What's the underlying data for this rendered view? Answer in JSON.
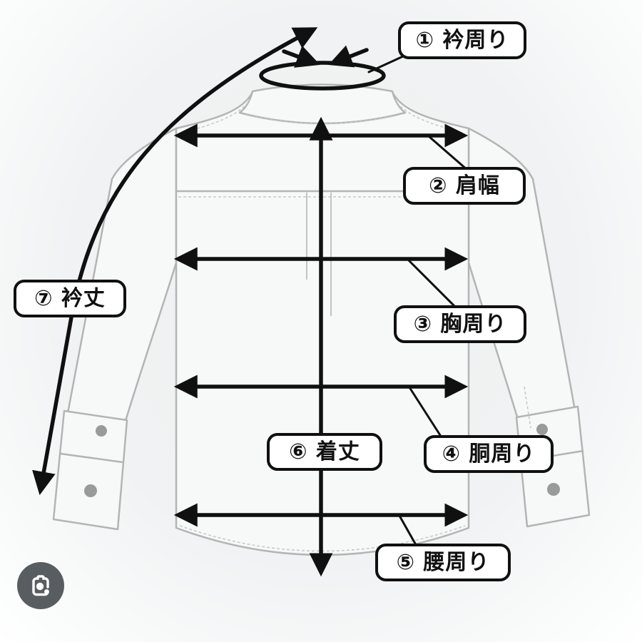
{
  "diagram": {
    "title": "shirt-measurement-guide",
    "garment": "long-sleeve-shirt-back-view",
    "labels": [
      {
        "num": "1",
        "text": "① 衿周り"
      },
      {
        "num": "2",
        "text": "② 肩幅"
      },
      {
        "num": "3",
        "text": "③ 胸周り"
      },
      {
        "num": "4",
        "text": "④ 胴周り"
      },
      {
        "num": "5",
        "text": "⑤ 腰周り"
      },
      {
        "num": "6",
        "text": "⑥ 着丈"
      },
      {
        "num": "7",
        "text": "⑦ 衿丈"
      }
    ],
    "colors": {
      "arrow": "#101010",
      "label_border": "#101010",
      "label_bg": "#ffffff",
      "shirt_fill": "#f7f8f8",
      "shirt_outline": "#b4b4b4",
      "stitch": "#c9c9c9",
      "button": "#9a9a9a",
      "background": "#f1f2f3",
      "lens_button_bg": "#585d62"
    },
    "icons": [
      {
        "name": "camera-icon",
        "meaning_shown": "image search camera button"
      }
    ]
  }
}
